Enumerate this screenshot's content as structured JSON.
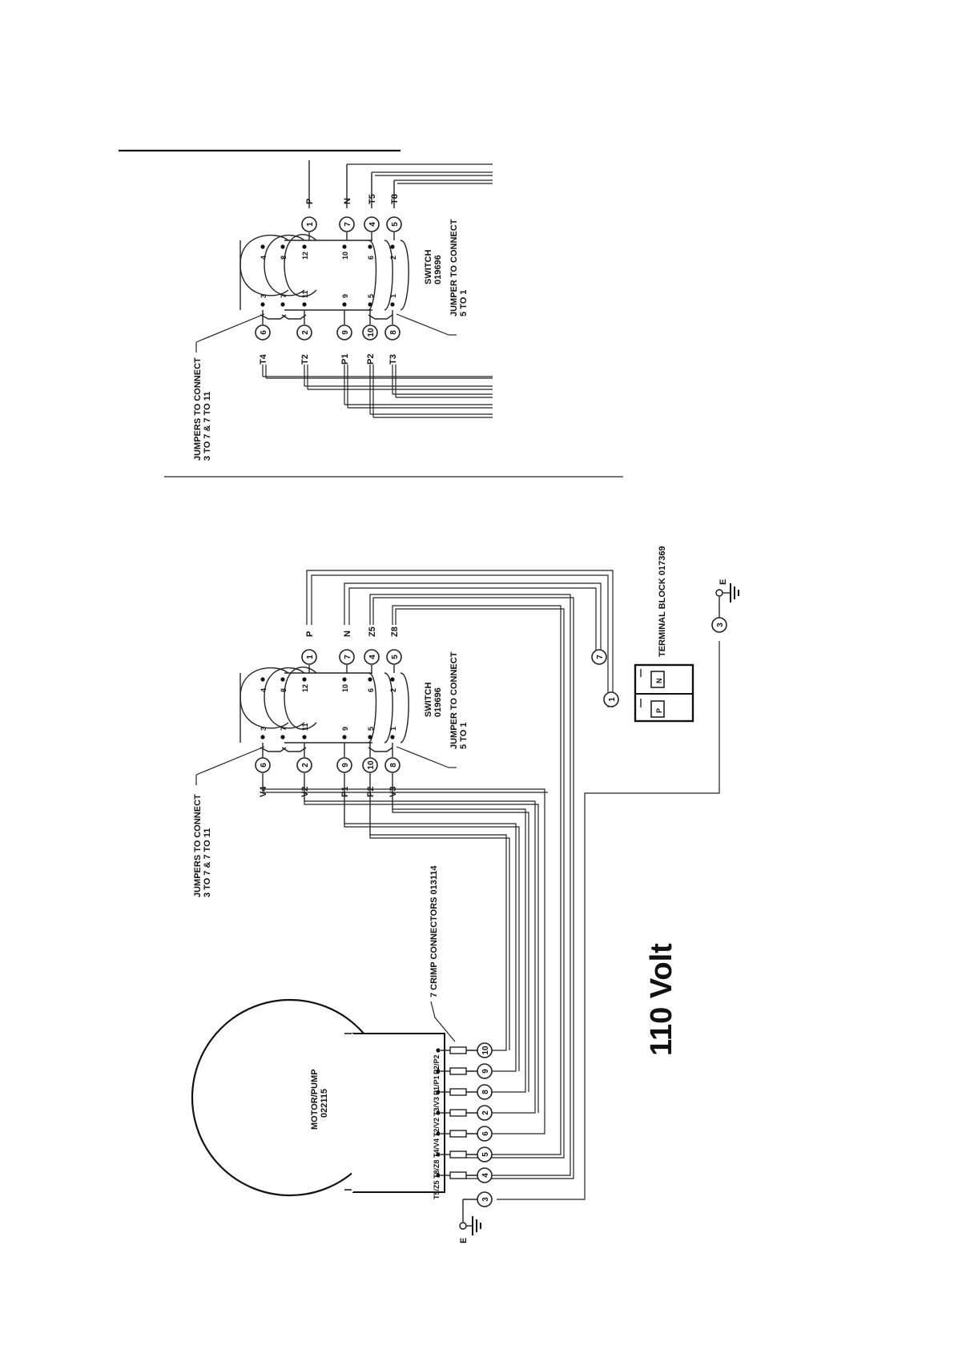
{
  "title": "110 Volt",
  "top_diagram": {
    "switch_label": "SWITCH",
    "switch_part": "019696",
    "jumpers_label_1": "JUMPERS TO CONNECT",
    "jumpers_label_2": "3 TO 7 & 7 TO 11",
    "jumper_label_1": "JUMPER TO CONNECT",
    "jumper_label_2": "5 TO 1",
    "outer_terminals": [
      "4",
      "8",
      "12",
      "10",
      "6",
      "2"
    ],
    "inner_terminals": [
      "3",
      "7",
      "11",
      "9",
      "5",
      "1"
    ],
    "right_wires": [
      {
        "num": "1",
        "label": "P"
      },
      {
        "num": "7",
        "label": "N"
      },
      {
        "num": "4",
        "label": "T5"
      },
      {
        "num": "5",
        "label": "T8"
      }
    ],
    "left_wires": [
      {
        "num": "6",
        "label": "T4"
      },
      {
        "num": "2",
        "label": "T2"
      },
      {
        "num": "9",
        "label": "P1"
      },
      {
        "num": "10",
        "label": "P2"
      },
      {
        "num": "8",
        "label": "T3"
      }
    ]
  },
  "bottom_diagram": {
    "switch_label": "SWITCH",
    "switch_part": "019696",
    "jumpers_label_1": "JUMPERS TO CONNECT",
    "jumpers_label_2": "3 TO 7 & 7 TO 11",
    "jumper_label_1": "JUMPER TO CONNECT",
    "jumper_label_2": "5 TO 1",
    "outer_terminals": [
      "4",
      "8",
      "12",
      "10",
      "6",
      "2"
    ],
    "inner_terminals": [
      "3",
      "7",
      "11",
      "9",
      "5",
      "1"
    ],
    "right_wires": [
      {
        "num": "1",
        "label": "P"
      },
      {
        "num": "7",
        "label": "N"
      },
      {
        "num": "4",
        "label": "Z5"
      },
      {
        "num": "5",
        "label": "Z8"
      }
    ],
    "left_wires": [
      {
        "num": "6",
        "label": "V4"
      },
      {
        "num": "2",
        "label": "V2"
      },
      {
        "num": "9",
        "label": "P1"
      },
      {
        "num": "10",
        "label": "P2"
      },
      {
        "num": "8",
        "label": "V3"
      }
    ],
    "terminal_block": {
      "label": "TERMINAL BLOCK 017369",
      "slot_p": "P",
      "slot_n": "N",
      "wire_1": "1",
      "wire_7": "7"
    },
    "earth_right": {
      "num": "3",
      "label": "E"
    },
    "crimp_label": "7 CRIMP CONNECTORS 013114",
    "motor_label": "MOTOR/PUMP",
    "motor_part": "022115",
    "earth_motor": {
      "num": "3",
      "label": "E"
    },
    "motor_terminals": [
      {
        "num": "10",
        "label": "P2/P2"
      },
      {
        "num": "9",
        "label": "P1/P1"
      },
      {
        "num": "8",
        "label": "T3/V3"
      },
      {
        "num": "2",
        "label": "T2/V2"
      },
      {
        "num": "6",
        "label": "T4/V4"
      },
      {
        "num": "5",
        "label": "T8/Z8"
      },
      {
        "num": "4",
        "label": "T5/Z5"
      }
    ]
  }
}
